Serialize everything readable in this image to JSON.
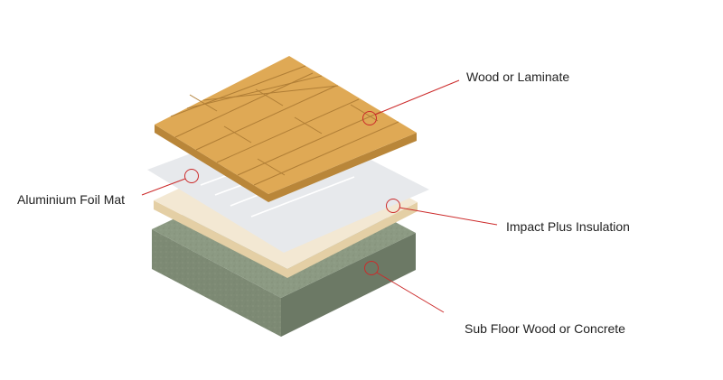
{
  "layers": [
    {
      "id": "wood",
      "label": "Wood or Laminate"
    },
    {
      "id": "foil",
      "label": "Aluminium Foil Mat"
    },
    {
      "id": "impact",
      "label": "Impact Plus Insulation"
    },
    {
      "id": "subfloor",
      "label": "Sub Floor Wood or Concrete"
    }
  ],
  "colors": {
    "wood_top": "#dfa955",
    "wood_edge": "#b98639",
    "wood_plank_line": "#b07e36",
    "foil": "#e7e9ec",
    "foil_pipe": "#ffffff",
    "insulation_top": "#f3e8d3",
    "insulation_edge": "#e4cfa5",
    "subfloor_top": "#8c9a83",
    "subfloor_left": "#7d8a74",
    "subfloor_right": "#6c7965",
    "callout": "#cc2a2a"
  }
}
